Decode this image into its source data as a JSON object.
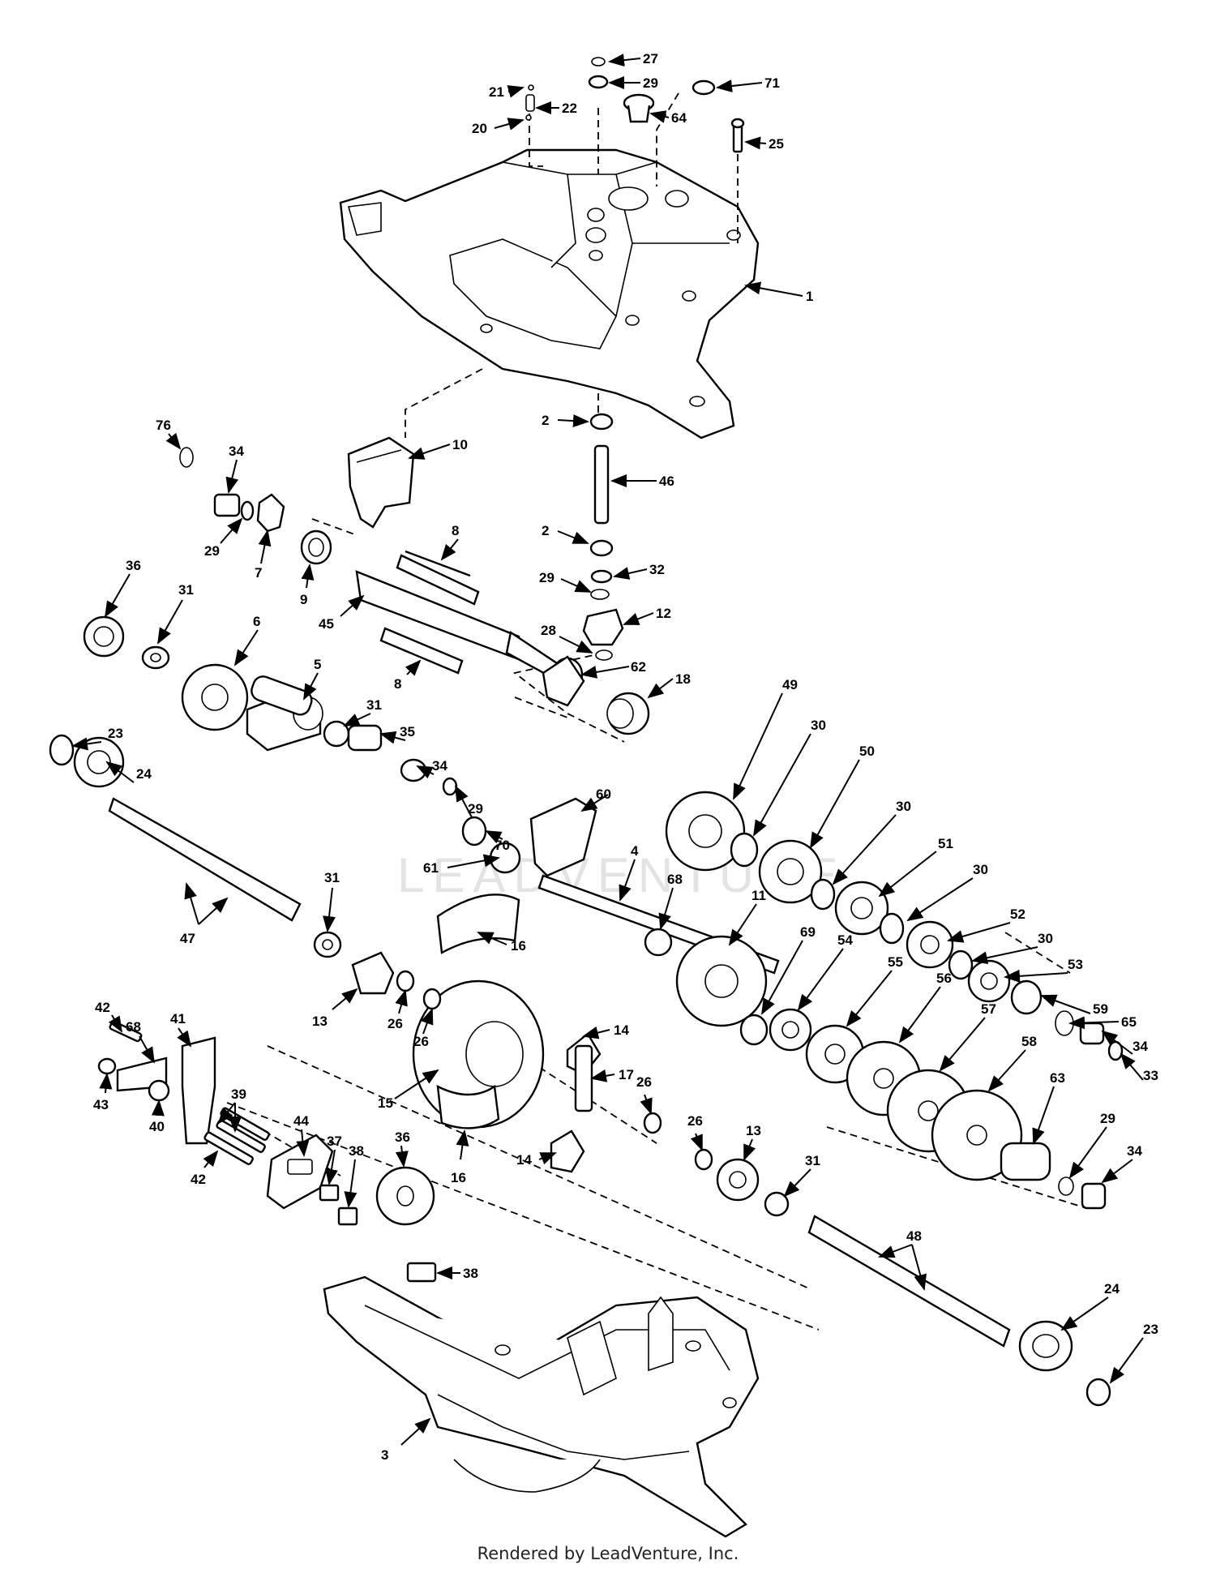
{
  "watermark": "LEADVENTURE",
  "footer": "Rendered by LeadVenture, Inc.",
  "callouts": [
    "27",
    "29",
    "71",
    "21",
    "22",
    "64",
    "20",
    "25",
    "1",
    "2",
    "10",
    "76",
    "34",
    "29",
    "7",
    "9",
    "46",
    "8",
    "2",
    "36",
    "31",
    "6",
    "45",
    "32",
    "29",
    "12",
    "28",
    "8",
    "5",
    "62",
    "18",
    "49",
    "30",
    "50",
    "30",
    "31",
    "35",
    "34",
    "29",
    "23",
    "24",
    "70",
    "60",
    "51",
    "30",
    "52",
    "30",
    "53",
    "59",
    "65",
    "34",
    "33",
    "61",
    "4",
    "68",
    "11",
    "69",
    "54",
    "55",
    "56",
    "57",
    "58",
    "31",
    "47",
    "13",
    "16",
    "26",
    "26",
    "14",
    "15",
    "17",
    "14",
    "42",
    "68",
    "41",
    "43",
    "40",
    "39",
    "44",
    "37",
    "38",
    "36",
    "42",
    "16",
    "26",
    "26",
    "13",
    "31",
    "63",
    "29",
    "34",
    "38",
    "48",
    "24",
    "23",
    "3"
  ]
}
